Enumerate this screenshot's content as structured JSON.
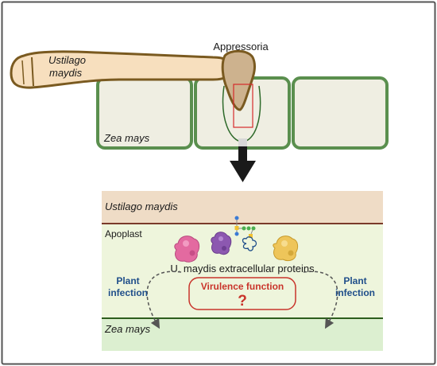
{
  "labels": {
    "fungus": [
      "Ustilago",
      "maydis"
    ],
    "appressoria": "Appressoria",
    "host_top": "Zea mays",
    "ustilago_band": "Ustilago maydis",
    "apoplast": "Apoplast",
    "proteins": "U. maydis extracellular proteins",
    "virulence": "Virulence function",
    "question": "?",
    "plant_infection_left": [
      "Plant",
      "infection"
    ],
    "plant_infection_right": [
      "Plant",
      "infection"
    ],
    "host_bottom": "Zea mays"
  },
  "colors": {
    "frame": "#555555",
    "cell_fill": "#efeee2",
    "cell_wall": "#5a8f4e",
    "hypha_fill": "#f7dfbe",
    "hypha_stroke": "#7a5a20",
    "appressorium_fill": "#cdb28e",
    "focus_box": "#d62b2b",
    "arrow": "#1a1a1a",
    "ustilago_band": "#efdcc6",
    "band_line": "#7a3a2a",
    "apoplast_fill": "#eef5dc",
    "zea_fill": "#dcefd0",
    "zea_line": "#2e5e1e",
    "infection_text": "#1f4e8a",
    "virulence_text": "#c9342b",
    "virulence_box": "#c9342b",
    "protein_pink": "#e36aa0",
    "protein_purple": "#8c58b0",
    "protein_yellow": "#eec55a",
    "glycan_blue": "#3a7bd5",
    "glycan_green": "#4caf50",
    "glycan_yellow": "#f2c230"
  }
}
